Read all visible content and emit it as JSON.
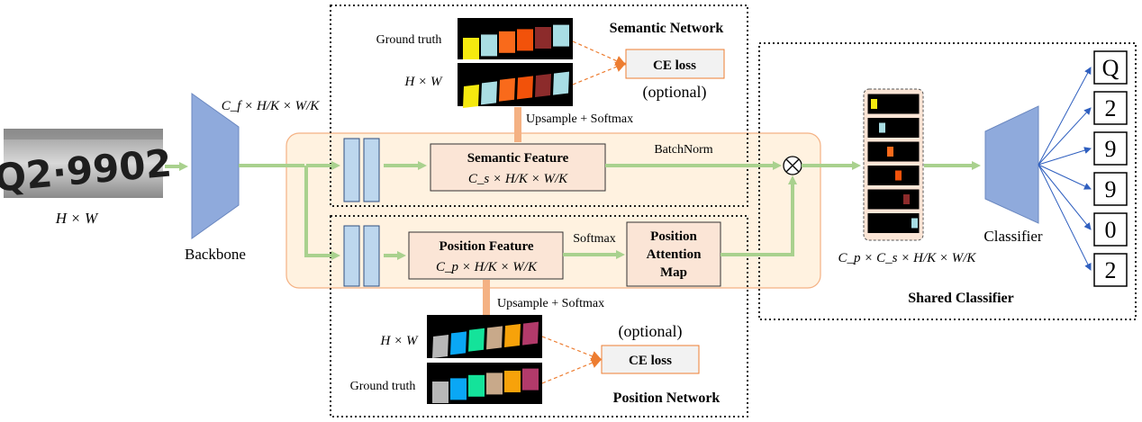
{
  "input": {
    "plate_text": "Q2·9902",
    "size_label": "H × W"
  },
  "backbone": {
    "label": "Backbone",
    "feature_label": "C_f × H/K × W/K"
  },
  "semantic_network": {
    "title": "Semantic Network",
    "feature_title": "Semantic Feature",
    "feature_dims": "C_s × H/K × W/K",
    "ground_truth_label": "Ground truth",
    "size_label": "H × W",
    "upsample_label": "Upsample + Softmax",
    "loss_label": "CE loss",
    "optional_label": "(optional)",
    "batchnorm_label": "BatchNorm",
    "colors": [
      "#f5e90f",
      "#a9dde3",
      "#f96a1b",
      "#f2520a",
      "#8c2b2b",
      "#a8dde4"
    ]
  },
  "position_network": {
    "title": "Position Network",
    "feature_title": "Position Feature",
    "feature_dims": "C_p × H/K × W/K",
    "softmax_label": "Softmax",
    "attention_map_label": [
      "Position",
      "Attention",
      "Map"
    ],
    "upsample_label": "Upsample + Softmax",
    "size_label": "H × W",
    "ground_truth_label": "Ground truth",
    "loss_label": "CE loss",
    "optional_label": "(optional)",
    "colors": [
      "#b8b8b8",
      "#0aa7f5",
      "#14e39a",
      "#c8a98a",
      "#f7a20a",
      "#b23a6a"
    ]
  },
  "fusion": {
    "operator": "⊗",
    "output_dims": "C_p × C_s × H/K × W/K",
    "slice_colors": [
      "#f5e90f",
      "#a9dde3",
      "#f96a1b",
      "#f2520a",
      "#8c2b2b",
      "#a8dde4"
    ]
  },
  "classifier": {
    "label": "Classifier",
    "shared_title": "Shared Classifier",
    "outputs": [
      "Q",
      "2",
      "9",
      "9",
      "0",
      "2"
    ]
  },
  "colors": {
    "arrow_green": "#a9d18e",
    "arrow_orange": "#f4b183",
    "backbone_blue": "#8faadc",
    "feature_box_fill": "#fbe5d6",
    "panel_fill": "#fff2e0",
    "panel_stroke": "#f4b183",
    "bar_fill": "#bdd7ee",
    "classifier_line": "#2f5fbf",
    "loss_box_fill": "#f2f2f2"
  }
}
